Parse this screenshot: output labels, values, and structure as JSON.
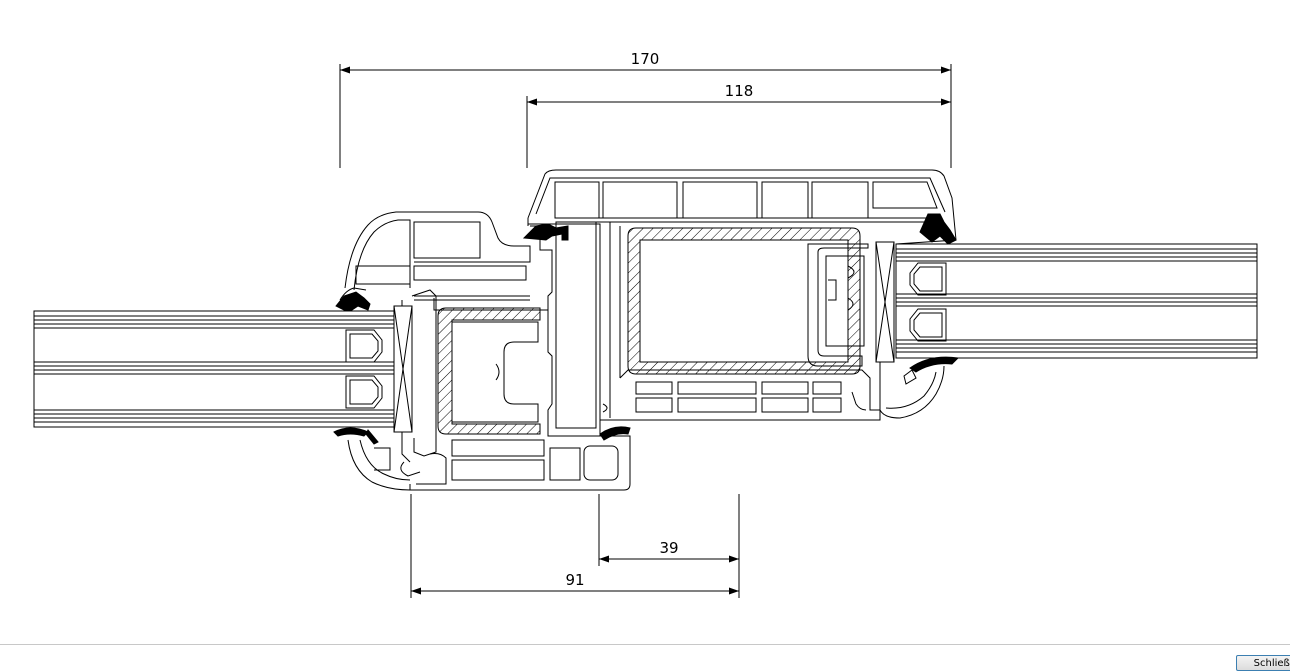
{
  "drawing": {
    "dimensions": {
      "overall_width": "170",
      "frame_width": "118",
      "sash_width": "91",
      "mullion_offset": "39"
    },
    "colors": {
      "line": "#000000",
      "background": "#ffffff",
      "gasket": "#000000"
    }
  },
  "footer": {
    "close_label": "Schließen"
  }
}
